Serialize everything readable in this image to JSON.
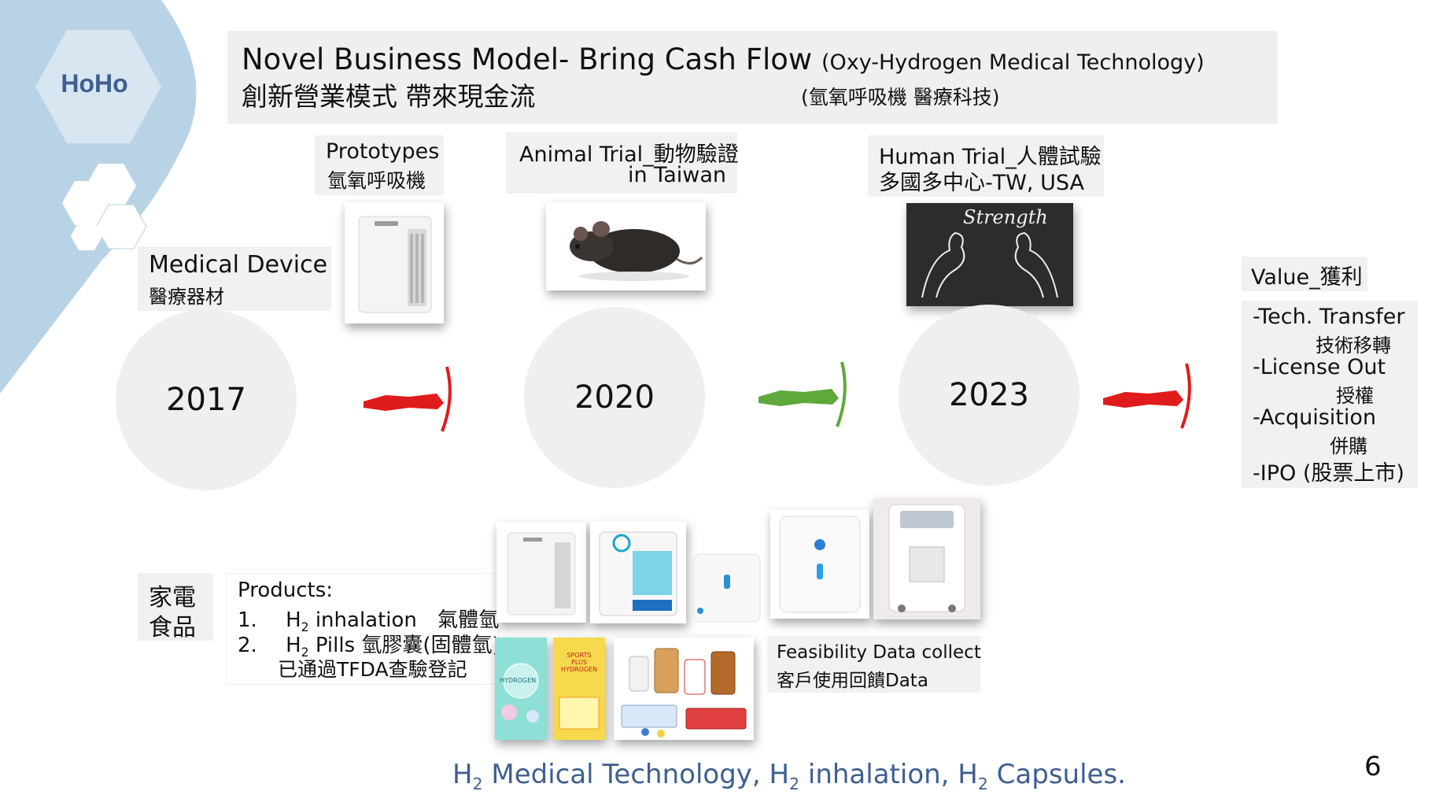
{
  "logo": {
    "text": "HoHo"
  },
  "title": {
    "en_main": "Novel Business Model- Bring Cash Flow",
    "en_sub": "(Oxy-Hydrogen Medical Technology)",
    "zh_main": "創新營業模式 帶來現金流",
    "zh_sub": "(氫氧呼吸機 醫療科技)"
  },
  "medical_device": {
    "en": "Medical Device",
    "zh": "醫療器材"
  },
  "stages": [
    {
      "year": "2017"
    },
    {
      "label_line1": "Prototypes",
      "label_line2": "氫氧呼吸機",
      "year": "2020"
    },
    {
      "label_line1": "Animal Trial_動物驗證",
      "label_line2": "in Taiwan",
      "year": "2023"
    }
  ],
  "human_trial": {
    "line1": "Human Trial_人體試驗",
    "line2": "多國多中心-TW, USA",
    "chalkboard_text": "Strength"
  },
  "value": {
    "title": "Value_獲利",
    "items": [
      {
        "en": "-Tech. Transfer",
        "zh": "技術移轉"
      },
      {
        "en": "-License Out",
        "zh": "授權"
      },
      {
        "en": "-Acquisition",
        "zh": "併購"
      },
      {
        "en": "-IPO (股票上市)"
      }
    ]
  },
  "home_food": {
    "line1": "家電",
    "line2": "食品"
  },
  "products": {
    "title": "Products:",
    "item1_num": "1.",
    "item1_text": "inhalation",
    "item1_zh": "氣體氫",
    "item2_num": "2.",
    "item2_text": "Pills 氫膠囊(固體氫)",
    "item2_note": "已通過TFDA查驗登記",
    "h": "H",
    "sub2": "2"
  },
  "feasibility": {
    "line1": "Feasibility Data collect",
    "line2": "客戶使用回饋Data"
  },
  "footer": {
    "part1": "Medical Technology, H",
    "part2": "inhalation, H",
    "part3": "Capsules.",
    "h": "H",
    "sub": "2"
  },
  "page_number": "6",
  "package_text": {
    "pack1": "HYDROGEN",
    "pack2_line1": "SPORTS",
    "pack2_line2": "PLUS",
    "pack2_line3": "HYDROGEN"
  },
  "colors": {
    "accent_blue": "#3e5f8f",
    "corner_blue": "#b9d3e6",
    "arrow_red": "#e01b1b",
    "arrow_green": "#5fa83c"
  }
}
